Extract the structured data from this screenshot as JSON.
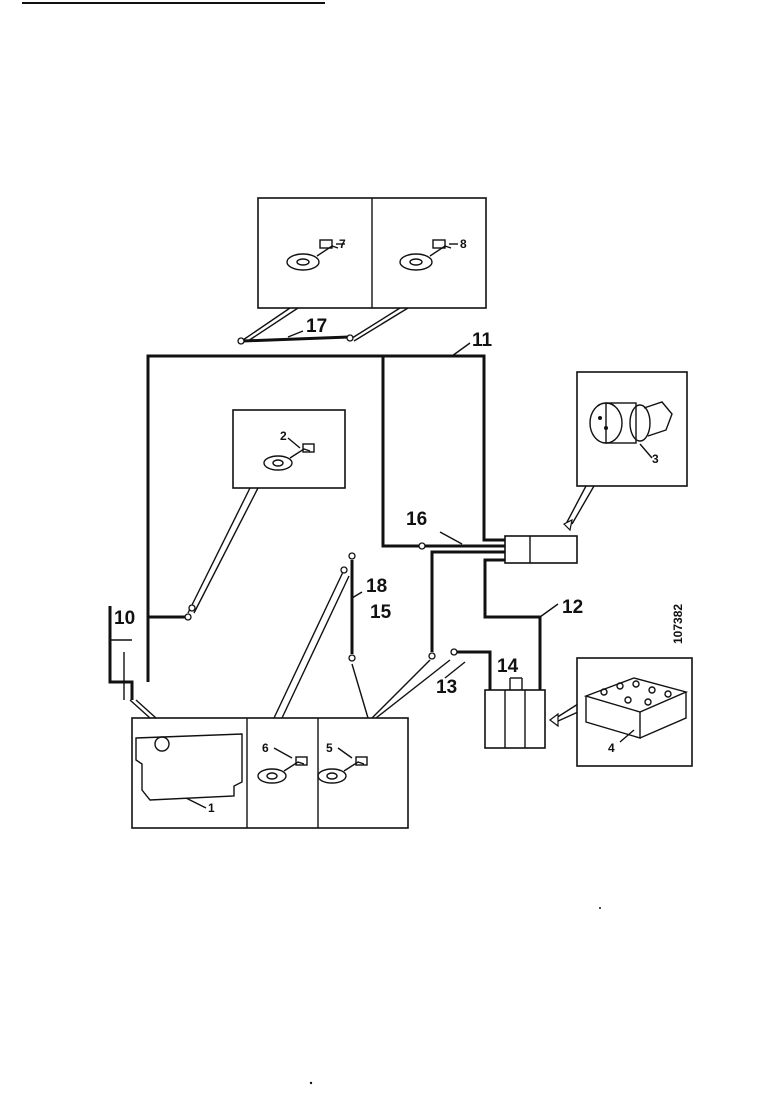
{
  "diagram": {
    "labels": {
      "l1": "1",
      "l2": "2",
      "l3": "3",
      "l4": "4",
      "l5": "5",
      "l6": "6",
      "l7": "7",
      "l8": "8",
      "l10": "10",
      "l11": "11",
      "l12": "12",
      "l13": "13",
      "l14": "14",
      "l15": "15",
      "l16": "16",
      "l17": "17",
      "l18": "18"
    },
    "reference_number": "107382"
  }
}
